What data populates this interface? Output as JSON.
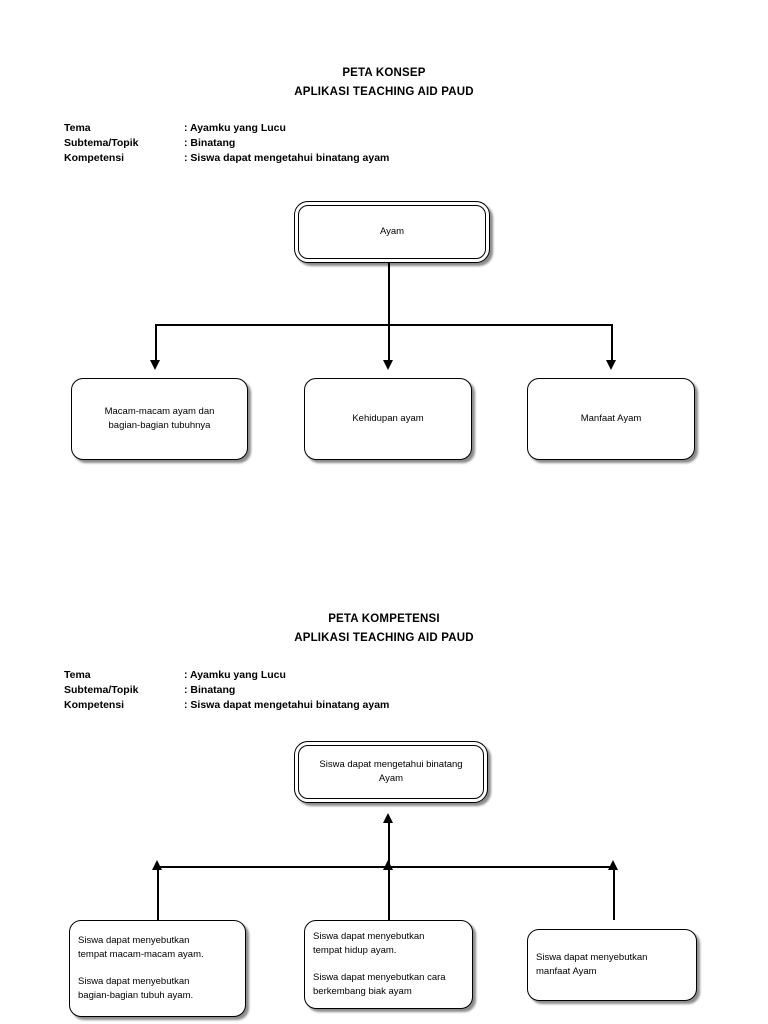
{
  "diagram1": {
    "title_line1": "PETA KONSEP",
    "title_line2": "APLIKASI TEACHING AID PAUD",
    "meta": [
      {
        "label": "Tema",
        "value": ": Ayamku yang Lucu"
      },
      {
        "label": "Subtema/Topik",
        "value": ": Binatang"
      },
      {
        "label": "Kompetensi",
        "value": ": Siswa dapat mengetahui binatang ayam"
      }
    ],
    "root": "Ayam",
    "children": [
      {
        "line1": "Macam-macam ayam dan",
        "line2": "bagian-bagian tubuhnya"
      },
      {
        "line1": "Kehidupan ayam",
        "line2": ""
      },
      {
        "line1": "Manfaat Ayam",
        "line2": ""
      }
    ]
  },
  "diagram2": {
    "title_line1": "PETA KOMPETENSI",
    "title_line2": "APLIKASI TEACHING AID PAUD",
    "meta": [
      {
        "label": "Tema",
        "value": ": Ayamku yang Lucu"
      },
      {
        "label": "Subtema/Topik",
        "value": ": Binatang"
      },
      {
        "label": "Kompetensi",
        "value": ": Siswa dapat mengetahui binatang ayam"
      }
    ],
    "root_line1": "Siswa dapat mengetahui binatang",
    "root_line2": "Ayam",
    "children": [
      {
        "para1_line1": "Siswa dapat menyebutkan",
        "para1_line2": "tempat  macam-macam ayam.",
        "para2_line1": "Siswa dapat menyebutkan",
        "para2_line2": "bagian-bagian tubuh ayam."
      },
      {
        "para1_line1": "Siswa dapat menyebutkan",
        "para1_line2": "tempat hidup ayam.",
        "para2_line1": "Siswa dapat menyebutkan cara",
        "para2_line2": "berkembang biak ayam"
      },
      {
        "para1_line1": "Siswa dapat menyebutkan",
        "para1_line2": "manfaat Ayam",
        "para2_line1": "",
        "para2_line2": ""
      }
    ]
  }
}
